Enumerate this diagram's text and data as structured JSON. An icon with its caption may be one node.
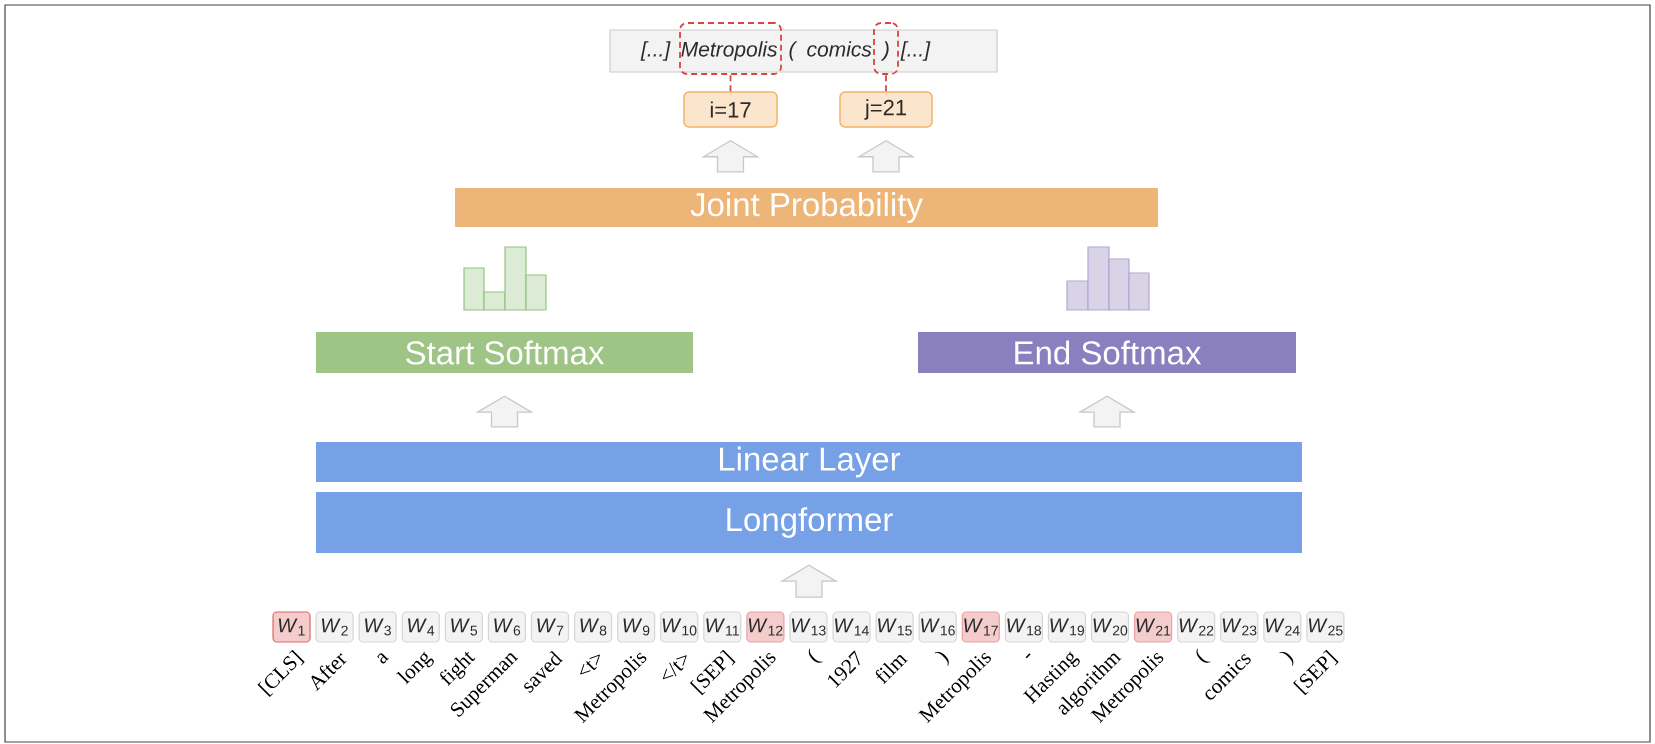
{
  "diagram": {
    "nodes": [
      {
        "text": [
          "[...] Metropolis ( comics ) [...]"
        ]
      },
      {
        "text": [],
        "shape": "box"
      },
      {
        "text": [],
        "shape": "box"
      },
      {
        "text": [
          "i=17"
        ]
      },
      {
        "text": [
          "j=21"
        ]
      },
      {
        "text": [
          "Joint Probability"
        ]
      },
      {
        "text": [
          "Start Softmax"
        ]
      },
      {
        "text": [
          "End Softmax"
        ]
      },
      {
        "text": [
          "Linear Layer"
        ]
      },
      {
        "text": [
          "Longformer"
        ]
      },
      {
        "text": [
          "*W*$_{1}$"
        ],
        "beside": [
          "[CLS]"
        ]
      },
      {
        "text": [
          "*W*$_{2}$"
        ],
        "beside": [
          "After"
        ]
      },
      {
        "text": [
          "*W*$_{3}$"
        ],
        "beside": [
          "a"
        ]
      },
      {
        "text": [
          "*W*$_{4}$"
        ],
        "beside": [
          "long"
        ]
      },
      {
        "text": [
          "*W*$_{5}$"
        ],
        "beside": [
          "fight"
        ]
      },
      {
        "text": [
          "*W*$_{6}$"
        ],
        "beside": [
          "Superman"
        ]
      },
      {
        "text": [
          "*W*$_{7}$"
        ],
        "beside": [
          "saved"
        ]
      },
      {
        "text": [
          "*W*$_{8}$"
        ],
        "beside": [
          "<t>"
        ]
      },
      {
        "text": [
          "*W*$_{9}$"
        ],
        "beside": [
          "Metropolis"
        ]
      },
      {
        "text": [
          "*W*$_{10}$"
        ],
        "beside": [
          "</t>"
        ]
      },
      {
        "text": [
          "*W*$_{11}$"
        ],
        "beside": [
          "[SEP]"
        ]
      },
      {
        "text": [
          "*W*$_{12}$"
        ],
        "beside": [
          "Metropolis"
        ]
      },
      {
        "text": [
          "*W*$_{13}$"
        ],
        "beside": [
          "("
        ]
      },
      {
        "text": [
          "*W*$_{14}$"
        ],
        "beside": [
          "1927"
        ]
      },
      {
        "text": [
          "*W*$_{15}$"
        ],
        "beside": [
          "film"
        ]
      },
      {
        "text": [
          "*W*$_{16}$"
        ],
        "beside": [
          ")"
        ]
      },
      {
        "text": [
          "*W*$_{17}$"
        ],
        "beside": [
          "Metropolis"
        ]
      },
      {
        "text": [
          "*W*$_{18}$"
        ],
        "beside": [
          "-"
        ]
      },
      {
        "text": [
          "*W*$_{19}$"
        ],
        "beside": [
          "Hasting"
        ]
      },
      {
        "text": [
          "*W*$_{20}$"
        ],
        "beside": [
          "algorithm"
        ]
      },
      {
        "text": [
          "*W*$_{21}$"
        ],
        "beside": [
          "Metropolis"
        ]
      },
      {
        "text": [
          "*W*$_{22}$"
        ],
        "beside": [
          "("
        ]
      },
      {
        "text": [
          "*W*$_{23}$"
        ],
        "beside": [
          "comics"
        ]
      },
      {
        "text": [
          "*W*$_{24}$"
        ],
        "beside": [
          ")"
        ]
      },
      {
        "text": [
          "*W*$_{25}$"
        ],
        "beside": [
          "[SEP]"
        ]
      }
    ],
    "edges": [
      {
        "from": null,
        "to": 9,
        "arrow": "to"
      },
      {
        "from": 8,
        "to": 6,
        "arrow": "to"
      },
      {
        "from": 8,
        "to": 7,
        "arrow": "to"
      },
      {
        "from": 5,
        "to": 3,
        "arrow": "to"
      },
      {
        "from": 5,
        "to": 4,
        "arrow": "to"
      },
      {
        "from": 3,
        "to": 1,
        "arrow": "none",
        "style": "dashed",
        "color": "#d9453c"
      },
      {
        "from": 4,
        "to": 2,
        "arrow": "none",
        "style": "dashed",
        "color": "#d9453c"
      }
    ]
  }
}
